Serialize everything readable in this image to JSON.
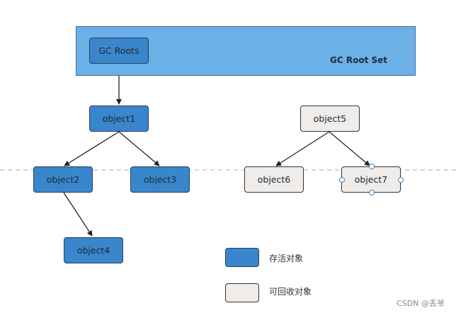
{
  "root_set": {
    "label": "GC Root Set"
  },
  "nodes": {
    "gc_roots": "GC Roots",
    "object1": "object1",
    "object2": "object2",
    "object3": "object3",
    "object4": "object4",
    "object5": "object5",
    "object6": "object6",
    "object7": "object7"
  },
  "legend": {
    "alive": "存活对象",
    "collectable": "可回收对象"
  },
  "colors": {
    "root_set_fill": "#6cb0e8",
    "alive_fill": "#3a86cc",
    "collectable_fill": "#efecea"
  },
  "watermark": "CSDN @丢爷"
}
